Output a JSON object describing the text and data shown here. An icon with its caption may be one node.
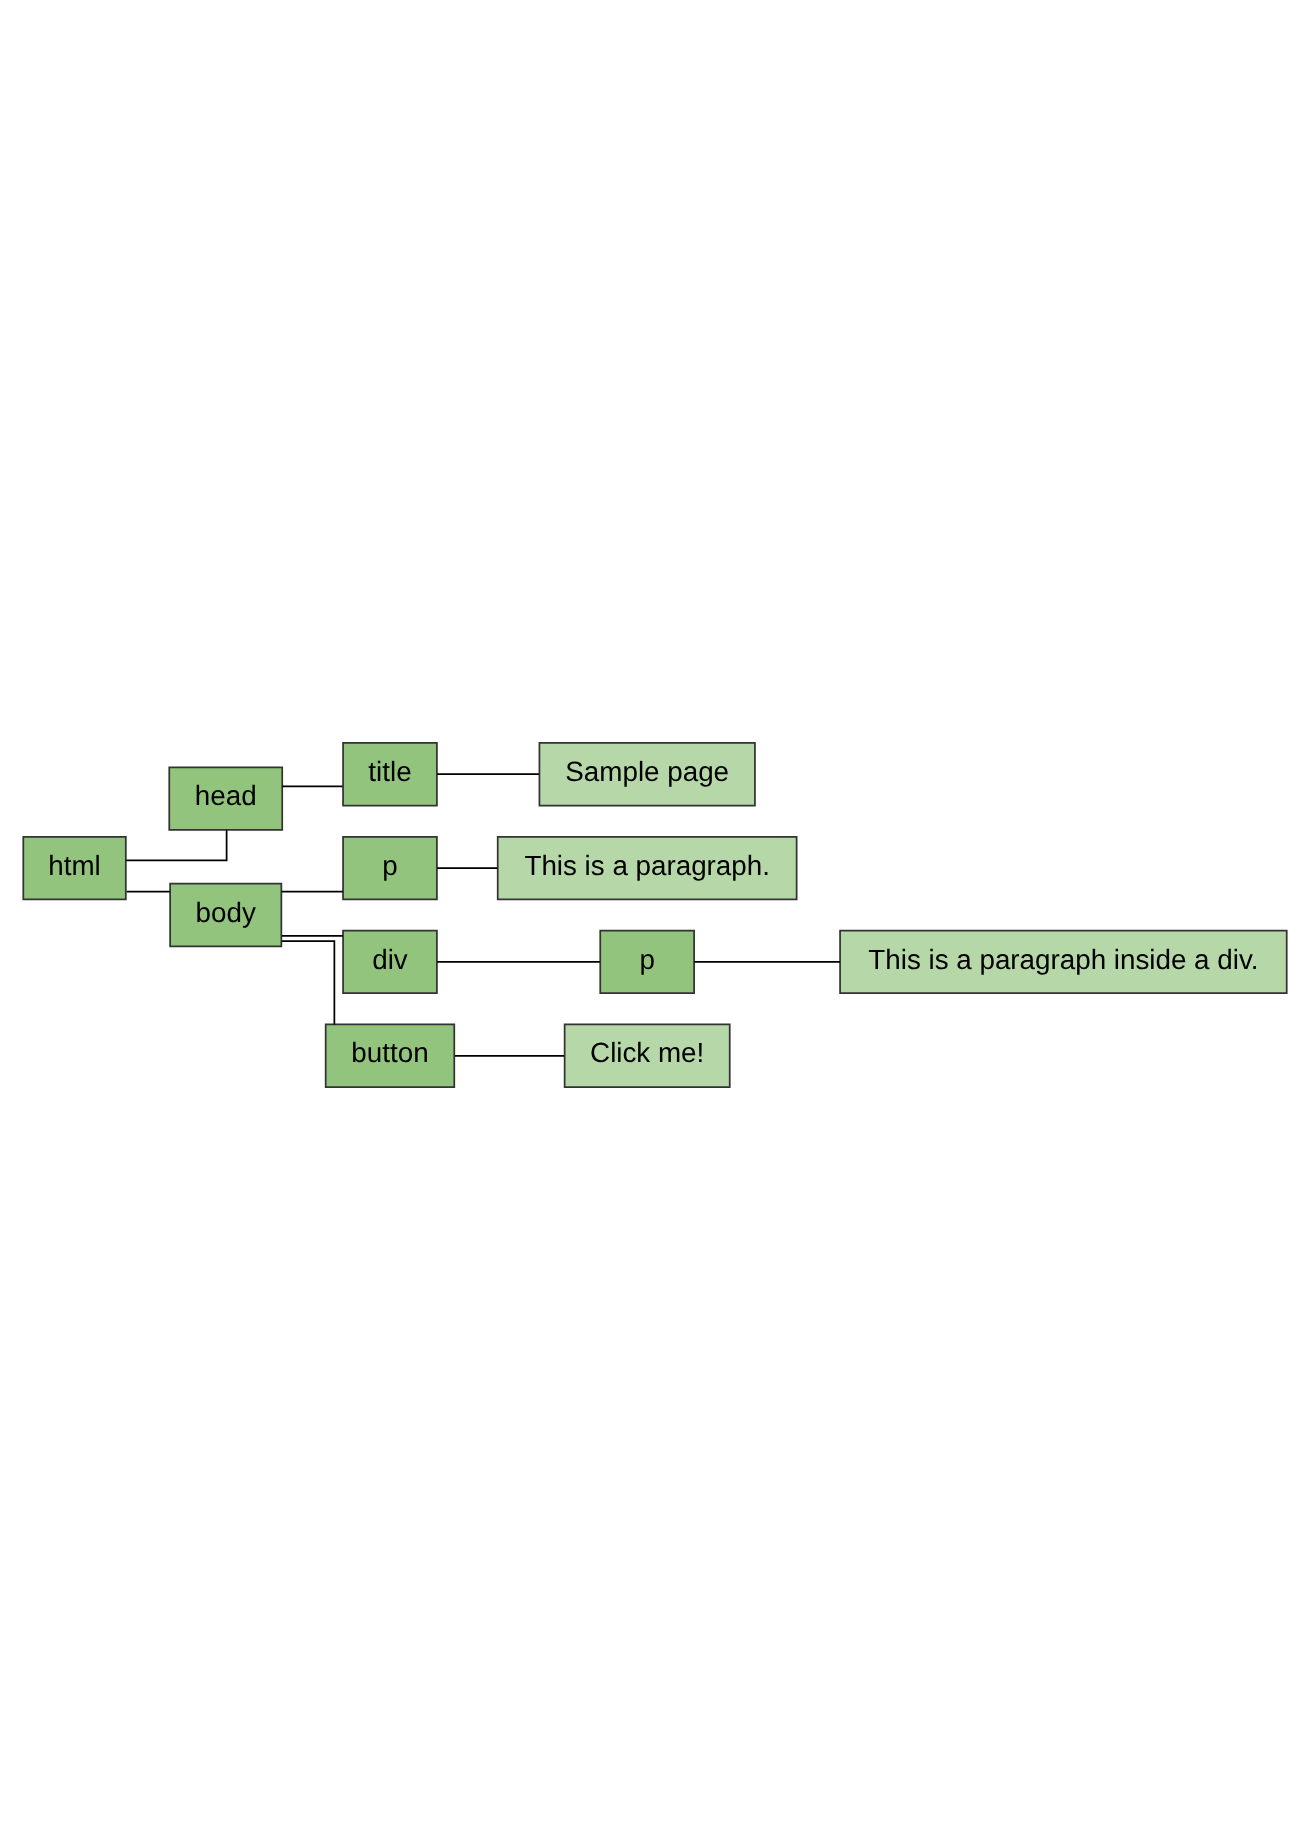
{
  "diagram": {
    "nodes": [
      {
        "text": [
          "html"
        ]
      },
      {
        "text": [
          "head"
        ]
      },
      {
        "text": [
          "title"
        ]
      },
      {
        "text": [
          "Sample page"
        ]
      },
      {
        "text": [
          "body"
        ]
      },
      {
        "text": [
          "p"
        ]
      },
      {
        "text": [
          "This is a paragraph."
        ]
      },
      {
        "text": [
          "div"
        ]
      },
      {
        "text": [
          "p"
        ]
      },
      {
        "text": [
          "This is a paragraph inside a div."
        ]
      },
      {
        "text": [
          "button"
        ]
      },
      {
        "text": [
          "Click me!"
        ]
      }
    ],
    "edges": [
      {
        "from": 0,
        "to": 1,
        "arrow": "none"
      },
      {
        "from": 1,
        "to": 2,
        "arrow": "none"
      },
      {
        "from": 2,
        "to": 3,
        "arrow": "none"
      },
      {
        "from": 0,
        "to": 4,
        "arrow": "none"
      },
      {
        "from": 4,
        "to": 5,
        "arrow": "none"
      },
      {
        "from": 5,
        "to": 6,
        "arrow": "none"
      },
      {
        "from": 4,
        "to": 7,
        "arrow": "none"
      },
      {
        "from": 7,
        "to": 8,
        "arrow": "none"
      },
      {
        "from": 8,
        "to": 9,
        "arrow": "none"
      },
      {
        "from": 4,
        "to": 10,
        "arrow": "none"
      },
      {
        "from": 10,
        "to": 11,
        "arrow": "none"
      }
    ]
  }
}
